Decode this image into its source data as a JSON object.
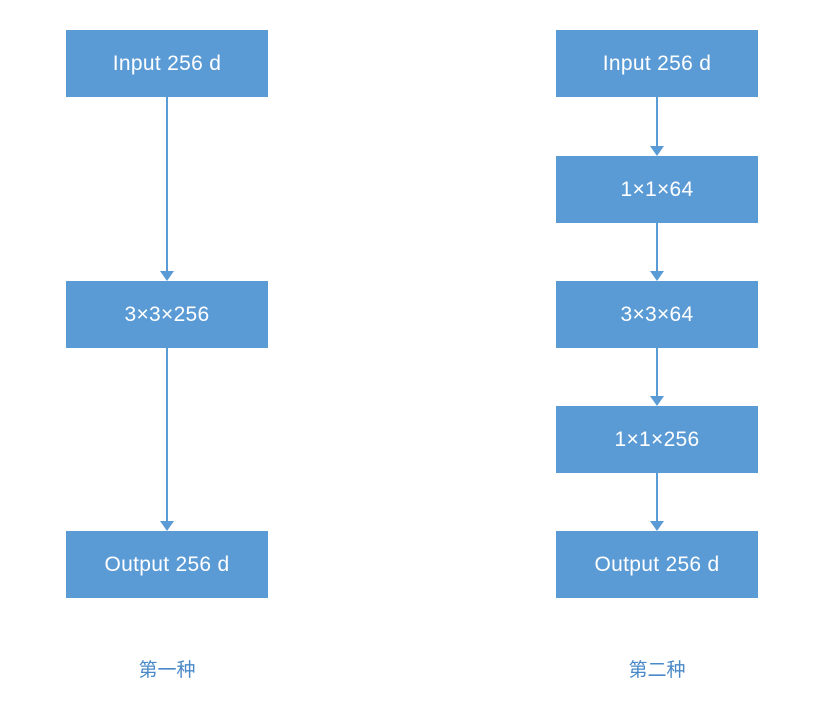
{
  "diagram": {
    "title": "residual-block-comparison",
    "colors": {
      "box": "#5b9bd5",
      "boxText": "#ffffff",
      "arrow": "#5b9bd5",
      "caption": "#4a89c7",
      "bg": "#ffffff"
    },
    "columns": [
      {
        "caption": "第一种",
        "boxes": [
          "Input 256 d",
          "3×3×256",
          "Output 256 d"
        ]
      },
      {
        "caption": "第二种",
        "boxes": [
          "Input 256 d",
          "1×1×64",
          "3×3×64",
          "1×1×256",
          "Output 256 d"
        ]
      }
    ]
  }
}
